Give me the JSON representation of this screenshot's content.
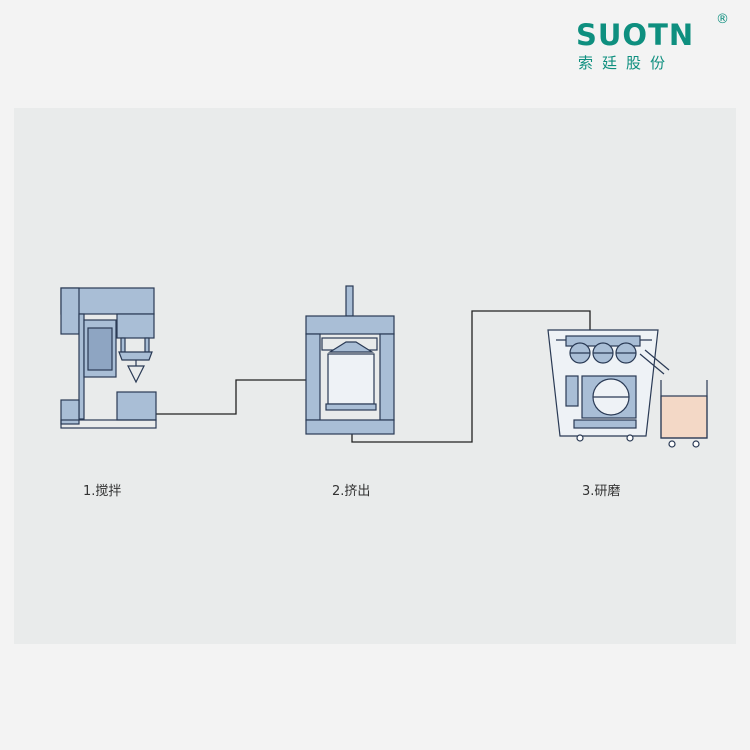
{
  "brand": {
    "name": "SUOTN",
    "registered_mark": "®",
    "chinese_name": "索廷股份",
    "color": "#0e8f7f"
  },
  "diagram": {
    "machine_fill": "#a9bed6",
    "line_color": "#222222",
    "product_fill": "#f3d8c6",
    "steps": [
      {
        "label": "1.搅拌",
        "icon": "mixer-machine-icon"
      },
      {
        "label": "2.挤出",
        "icon": "press-extruder-icon"
      },
      {
        "label": "3.研磨",
        "icon": "three-roll-mill-icon"
      }
    ]
  }
}
